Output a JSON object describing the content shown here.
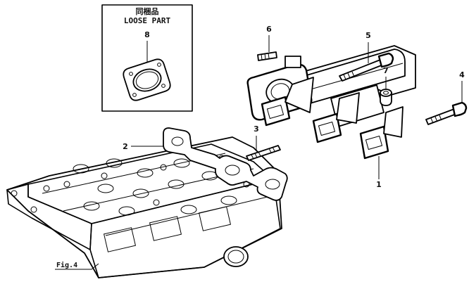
{
  "loose_part": {
    "heading_jp": "同梱品",
    "heading_en": "LOOSE PART"
  },
  "callouts": [
    "1",
    "2",
    "3",
    "4",
    "5",
    "6",
    "7",
    "8"
  ],
  "figure_ref": "Fig.4"
}
